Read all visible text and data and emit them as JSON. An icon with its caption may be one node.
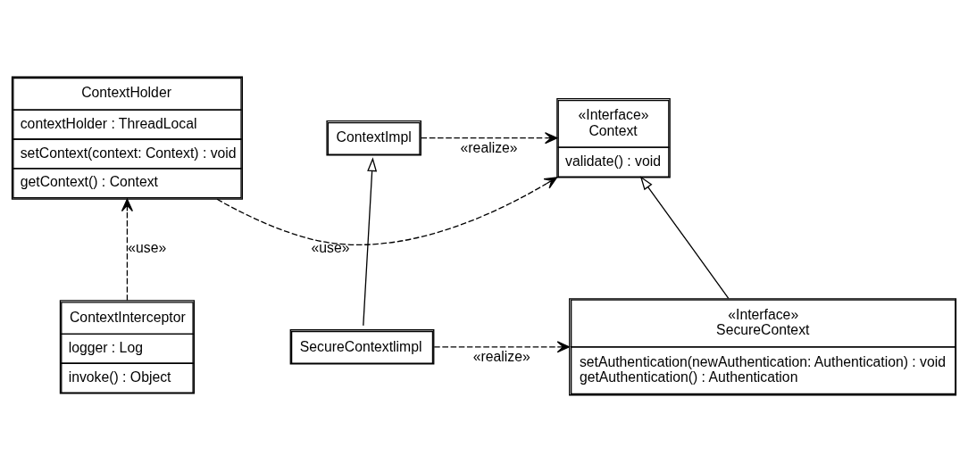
{
  "diagram": {
    "nodes": [
      {
        "text": [
          "ContextHolder",
          "contextHolder : ThreadLocal",
          "setContext(context: Context) : void",
          "getContext() : Context"
        ]
      },
      {
        "text": [
          "«Interface» Context",
          "validate() : void"
        ]
      },
      {
        "text": [
          "ContextImpl"
        ]
      },
      {
        "text": [
          "SecureContextlimpl"
        ]
      },
      {
        "text": [
          "ContextInterceptor",
          "logger : Log",
          "invoke() : Object"
        ]
      },
      {
        "text": [
          "«Interface» SecureContext",
          "setAuthentication(newAuthentication: Authentication) : void",
          "getAuthentication() : Authentication"
        ]
      }
    ],
    "edges": [
      {
        "from": 0,
        "to": 1,
        "arrow": "to",
        "style": "dashed",
        "label": "«use»"
      },
      {
        "from": 2,
        "to": 1,
        "arrow": "to",
        "style": "dashed",
        "label": "«realize»"
      },
      {
        "from": 3,
        "to": 2,
        "arrow": "to"
      },
      {
        "from": 4,
        "to": 0,
        "arrow": "to",
        "style": "dashed",
        "label": "«use»"
      },
      {
        "from": 3,
        "to": 5,
        "arrow": "to",
        "style": "dashed",
        "label": "«realize»"
      },
      {
        "from": 5,
        "to": 1,
        "arrow": "to"
      }
    ]
  }
}
